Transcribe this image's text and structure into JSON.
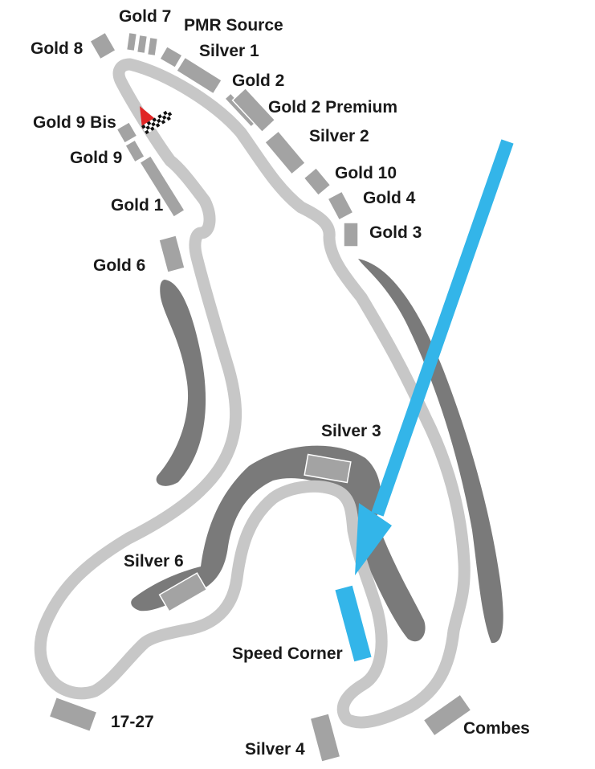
{
  "colors": {
    "track": "#c7c7c7",
    "bank": "#7a7a7a",
    "stand": "#a3a3a3",
    "highlight": "#33b5e9",
    "start_flag": "#e02424",
    "label": "#1a1a1a"
  },
  "highlighted_stand": "Speed Corner",
  "labels": {
    "gold7": "Gold 7",
    "pmr_source": "PMR Source",
    "gold8": "Gold 8",
    "silver1": "Silver 1",
    "gold2": "Gold 2",
    "gold2_premium": "Gold 2 Premium",
    "gold9bis": "Gold 9 Bis",
    "silver2": "Silver 2",
    "gold9": "Gold 9",
    "gold10": "Gold 10",
    "gold4": "Gold 4",
    "gold1": "Gold 1",
    "gold3": "Gold 3",
    "gold6": "Gold 6",
    "silver3": "Silver 3",
    "silver6": "Silver 6",
    "speed_corner": "Speed Corner",
    "t17_27": "17-27",
    "combes": "Combes",
    "silver4": "Silver 4"
  },
  "icons": {
    "start": "start-arrow-icon",
    "finish": "checkered-flag-icon",
    "pointer": "pointer-arrow-icon"
  }
}
